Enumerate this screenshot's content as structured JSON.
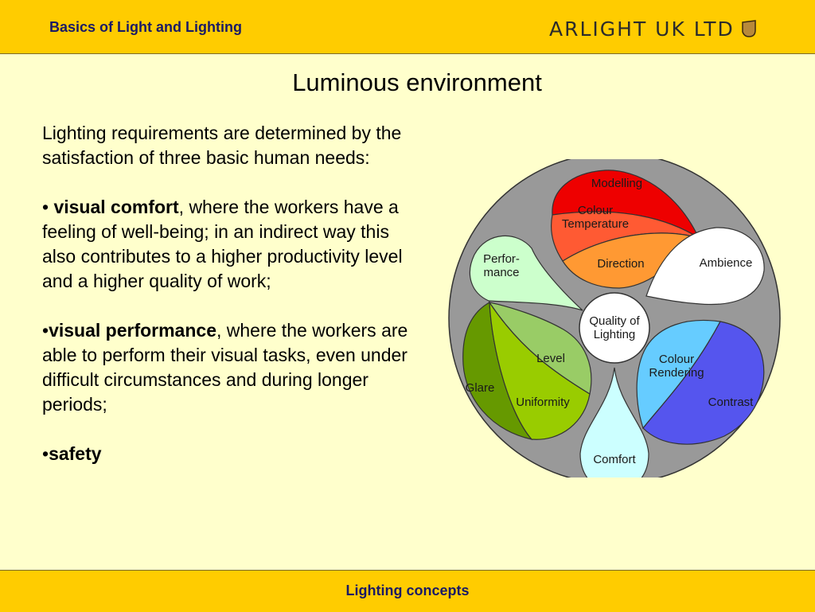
{
  "header": {
    "title": "Basics of Light and Lighting",
    "logo_text": "ARLIGHT UK LTD"
  },
  "slide": {
    "title": "Luminous environment",
    "intro": "Lighting requirements are determined by the satisfaction of three basic human needs:",
    "bullets": [
      {
        "prefix": "• ",
        "term": "visual comfort",
        "text": ", where the workers have a feeling of well-being; in an indirect way this also contributes to a higher productivity level and a higher quality of work;"
      },
      {
        "prefix": "•",
        "term": "visual performance",
        "text": ", where the workers are able to perform their visual tasks, even under difficult circumstances and during longer periods;"
      },
      {
        "prefix": "•",
        "term": "safety",
        "text": ""
      }
    ]
  },
  "diagram": {
    "center": [
      "Quality of",
      "Lighting"
    ],
    "labels": {
      "modelling": "Modelling",
      "colour_temperature": [
        "Colour",
        "Temperature"
      ],
      "direction": "Direction",
      "ambience": "Ambience",
      "performance": [
        "Perfor-",
        "mance"
      ],
      "level": "Level",
      "glare": "Glare",
      "uniformity": "Uniformity",
      "colour_rendering": [
        "Colour",
        "Rendering"
      ],
      "contrast": "Contrast",
      "comfort": "Comfort"
    },
    "colors": {
      "disk": "#999999",
      "modelling": "#ee0000",
      "colour_temperature": "#ff5a33",
      "direction": "#ff9933",
      "ambience": "#ffffff",
      "performance": "#ccffcc",
      "level": "#99cc66",
      "uniformity": "#99cc00",
      "glare": "#669900",
      "colour_rendering": "#66ccff",
      "contrast": "#5555ee",
      "comfort": "#ccffff"
    }
  },
  "footer": {
    "text": "Lighting concepts"
  }
}
